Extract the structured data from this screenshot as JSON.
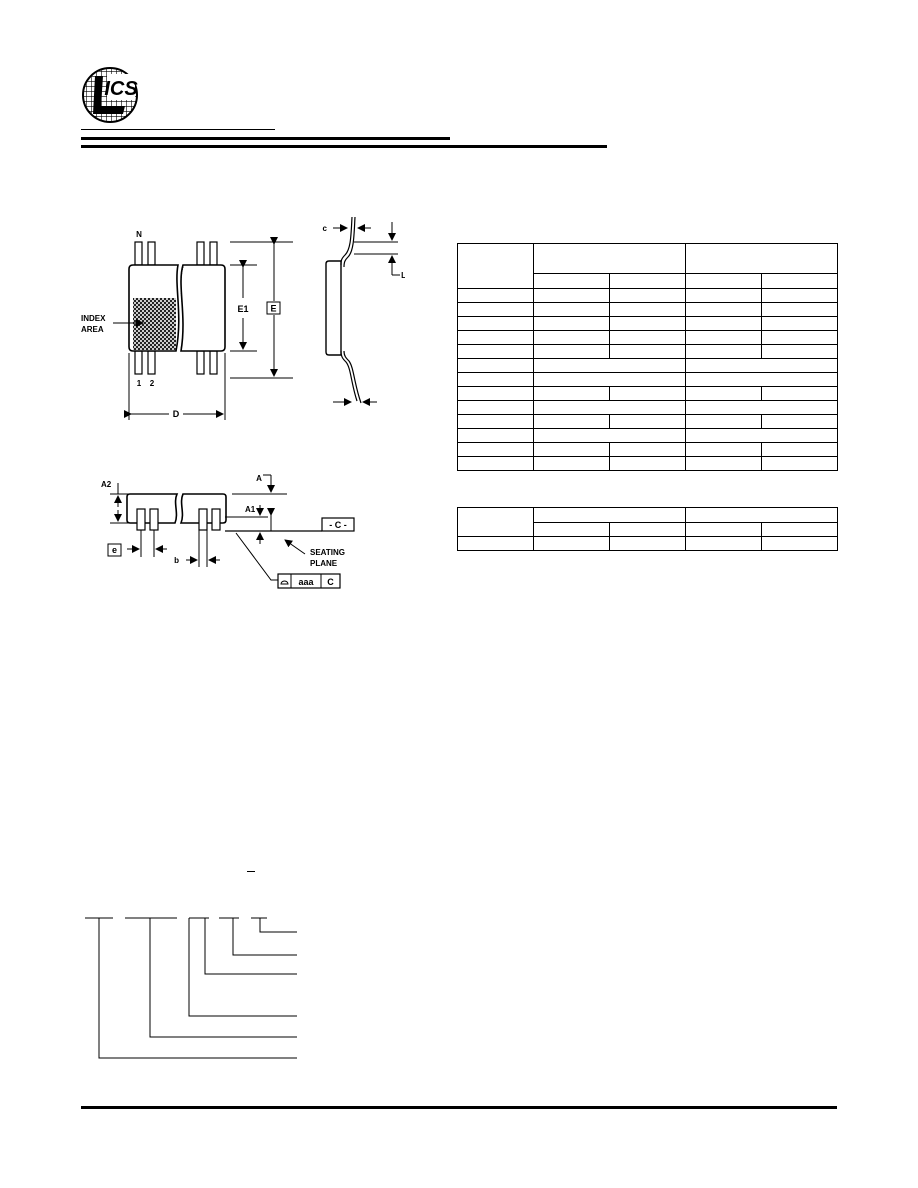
{
  "logo": {
    "text": "ICS"
  },
  "drawing": {
    "pin_n": "N",
    "pin_1": "1",
    "pin_2": "2",
    "index_area_line1": "INDEX",
    "index_area_line2": "AREA",
    "dim_E1": "E1",
    "dim_E": "E",
    "dim_D": "D",
    "dim_c": "c",
    "dim_L": "L",
    "dim_A": "A",
    "dim_A1": "A1",
    "dim_A2": "A2",
    "dim_e": "e",
    "dim_b": "b",
    "datum_c": "- C -",
    "seating_line1": "SEATING",
    "seating_line2": "PLANE",
    "tolerance_value": "aaa",
    "tolerance_datum": "C"
  },
  "colors": {
    "ink": "#000000",
    "paper": "#ffffff"
  }
}
